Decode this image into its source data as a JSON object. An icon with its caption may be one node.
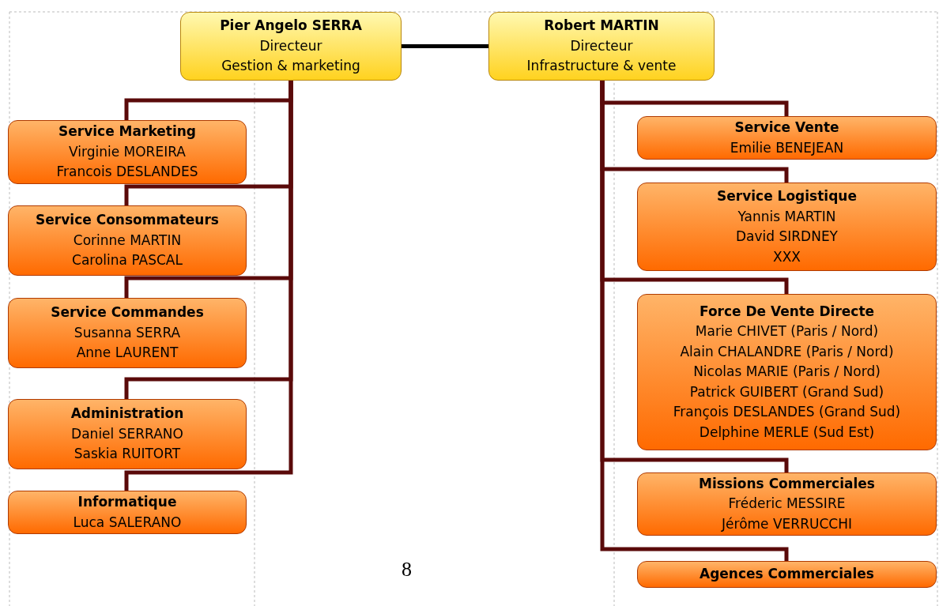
{
  "diagram": {
    "nodes": [
      {
        "text": [
          "Pier Angelo SERRA",
          "Directeur",
          "Gestion & marketing"
        ]
      },
      {
        "text": [
          "Robert MARTIN",
          "Directeur",
          "Infrastructure & vente"
        ]
      },
      {
        "text": [
          "Service Marketing",
          "Virginie MOREIRA",
          "Francois DESLANDES"
        ]
      },
      {
        "text": [
          "Service Consommateurs",
          "Corinne MARTIN",
          "Carolina PASCAL"
        ]
      },
      {
        "text": [
          "Service Commandes",
          "Susanna SERRA",
          "Anne LAURENT"
        ]
      },
      {
        "text": [
          "Administration",
          "Daniel SERRANO",
          "Saskia RUITORT"
        ]
      },
      {
        "text": [
          "Informatique",
          "Luca SALERANO"
        ]
      },
      {
        "text": [
          "Service Vente",
          "Emilie BENEJEAN"
        ]
      },
      {
        "text": [
          "Service Logistique",
          "Yannis MARTIN",
          "David SIRDNEY",
          "XXX"
        ]
      },
      {
        "text": [
          "Force De Vente Directe",
          "Marie CHIVET (Paris / Nord)",
          "Alain CHALANDRE (Paris / Nord)",
          "Nicolas MARIE (Paris / Nord)",
          "Patrick GUIBERT (Grand Sud)",
          "François DESLANDES (Grand Sud)",
          "Delphine MERLE (Sud Est)"
        ]
      },
      {
        "text": [
          "Missions Commerciales",
          "Fréderic MESSIRE",
          "Jérôme VERRUCCHI"
        ]
      },
      {
        "text": [
          "Agences Commerciales"
        ]
      }
    ],
    "edges": [
      {
        "from": 0,
        "to": 1,
        "arrow": "none",
        "color": "#000000"
      },
      {
        "from": 0,
        "to": 2,
        "arrow": "none"
      },
      {
        "from": 0,
        "to": 3,
        "arrow": "none"
      },
      {
        "from": 0,
        "to": 4,
        "arrow": "none"
      },
      {
        "from": 0,
        "to": 5,
        "arrow": "none"
      },
      {
        "from": 0,
        "to": 6,
        "arrow": "none"
      },
      {
        "from": 1,
        "to": 7,
        "arrow": "none"
      },
      {
        "from": 1,
        "to": 8,
        "arrow": "none"
      },
      {
        "from": 1,
        "to": 9,
        "arrow": "none"
      },
      {
        "from": 1,
        "to": 10,
        "arrow": "none"
      },
      {
        "from": 1,
        "to": 11,
        "arrow": "none"
      }
    ],
    "labels": [
      "8"
    ]
  }
}
